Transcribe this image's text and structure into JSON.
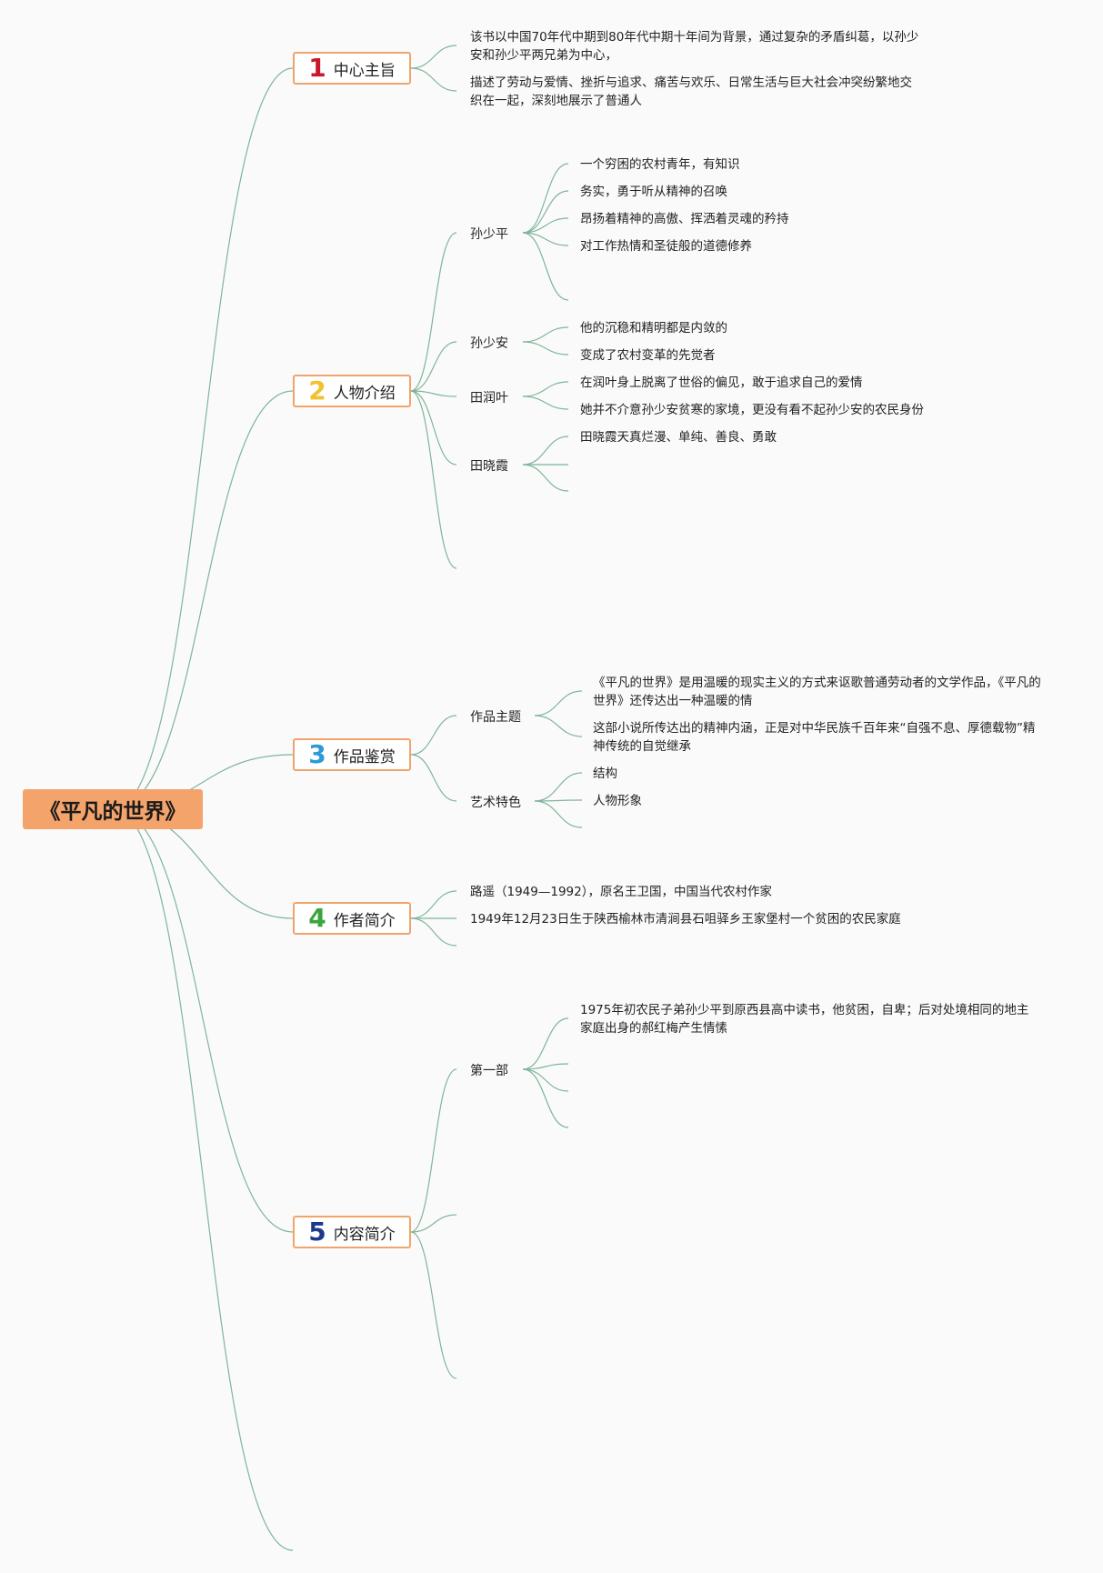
{
  "root": {
    "title": "《平凡的世界》"
  },
  "branches": [
    {
      "num": "1",
      "num_color": "#c8192c",
      "label": "中心主旨",
      "texts": [
        "该书以中国70年代中期到80年代中期十年间为背景，通过复杂的矛盾纠葛，以孙少安和孙少平两兄弟为中心，",
        "描述了劳动与爱情、挫折与追求、痛苦与欢乐、日常生活与巨大社会冲突纷繁地交织在一起，深刻地展示了普通人"
      ]
    },
    {
      "num": "2",
      "num_color": "#f2c12e",
      "label": "人物介绍",
      "people": [
        {
          "name": "孙少平",
          "traits": [
            "一个穷困的农村青年，有知识",
            "务实，勇于听从精神的召唤",
            "昂扬着精神的高傲、挥洒着灵魂的矜持",
            "对工作热情和圣徒般的道德修养"
          ]
        },
        {
          "name": "孙少安",
          "traits": [
            "他的沉稳和精明都是内敛的",
            "变成了农村变革的先觉者"
          ]
        },
        {
          "name": "田润叶",
          "traits": [
            "在润叶身上脱离了世俗的偏见，敢于追求自己的爱情",
            "她并不介意孙少安贫寒的家境，更没有看不起孙少安的农民身份"
          ]
        },
        {
          "name": "田晓霞",
          "traits": [
            "田晓霞天真烂漫、单纯、善良、勇敢"
          ]
        }
      ]
    },
    {
      "num": "3",
      "num_color": "#2d9ad8",
      "label": "作品鉴赏",
      "theme": {
        "name": "作品主题",
        "items": [
          "《平凡的世界》是用温暖的现实主义的方式来讴歌普通劳动者的文学作品，《平凡的世界》还传达出一种温暖的情",
          "这部小说所传达出的精神内涵，正是对中华民族千百年来“自强不息、厚德载物”精神传统的自觉继承"
        ]
      },
      "art": {
        "name": "艺术特色",
        "items": [
          "结构",
          "人物形象"
        ]
      }
    },
    {
      "num": "4",
      "num_color": "#3aa53a",
      "label": "作者简介",
      "items": [
        "路遥（1949—1992），原名王卫国，中国当代农村作家",
        "1949年12月23日生于陕西榆林市清涧县石咀驿乡王家堡村一个贫困的农民家庭"
      ]
    },
    {
      "num": "5",
      "num_color": "#1d3a8a",
      "label": "内容简介",
      "part": {
        "name": "第一部",
        "items": [
          "1975年初农民子弟孙少平到原西县高中读书，他贫困，自卑；后对处境相同的地主家庭出身的郝红梅产生情愫"
        ]
      }
    }
  ],
  "colors": {
    "line": "#7fb59a",
    "root_bg": "#f4a36b",
    "topic_border": "#f0a46c"
  }
}
